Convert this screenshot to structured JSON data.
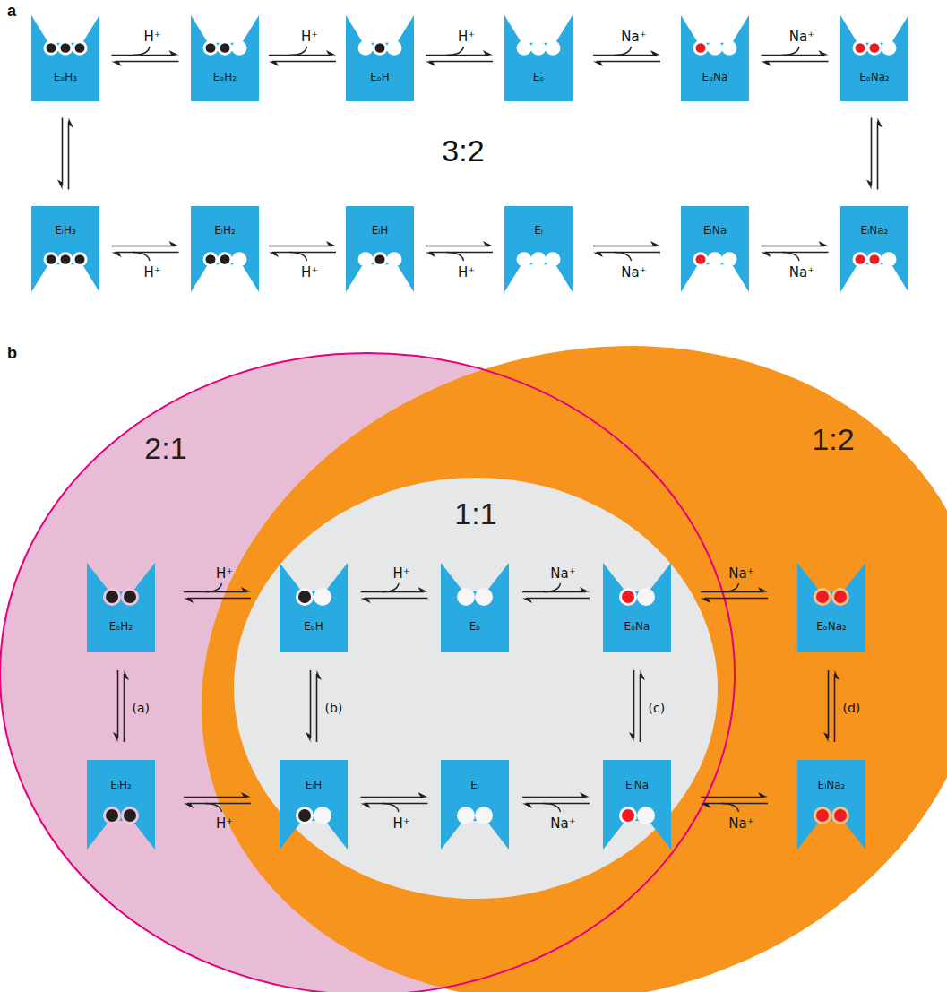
{
  "diagram": {
    "nodes": [
      {
        "text": [
          "EₒH₃"
        ]
      },
      {
        "text": [
          "EₒH₂"
        ]
      },
      {
        "text": [
          "EₒH"
        ]
      },
      {
        "text": [
          "Eₒ"
        ]
      },
      {
        "text": [
          "EₒNa"
        ]
      },
      {
        "text": [
          "EₒNa₂"
        ]
      },
      {
        "text": [
          "EᵢH₃"
        ]
      },
      {
        "text": [
          "EᵢH₂"
        ]
      },
      {
        "text": [
          "EᵢH"
        ]
      },
      {
        "text": [
          "Eᵢ"
        ]
      },
      {
        "text": [
          "EᵢNa"
        ]
      },
      {
        "text": [
          "EᵢNa₂"
        ]
      },
      {
        "text": [
          "2:1"
        ]
      },
      {
        "text": [
          "1:1"
        ]
      },
      {
        "text": [
          "1:2"
        ]
      },
      {
        "text": [
          "EₒH₂"
        ],
        "in": 12
      },
      {
        "text": [
          "EₒH"
        ],
        "in": 13
      },
      {
        "text": [
          "Eₒ"
        ],
        "in": 13
      },
      {
        "text": [
          "EₒNa"
        ],
        "in": 13
      },
      {
        "text": [
          "EₒNa₂"
        ],
        "in": 14
      },
      {
        "text": [
          "EᵢH₂"
        ],
        "in": 12
      },
      {
        "text": [
          "EᵢH"
        ],
        "in": 13
      },
      {
        "text": [
          "Eᵢ"
        ],
        "in": 13
      },
      {
        "text": [
          "EᵢNa"
        ],
        "in": 13
      },
      {
        "text": [
          "EᵢNa₂"
        ],
        "in": 14
      }
    ],
    "edges": [
      {
        "from": 0,
        "to": 1,
        "label": "H⁺",
        "arrow": "both"
      },
      {
        "from": 1,
        "to": 2,
        "label": "H⁺",
        "arrow": "both"
      },
      {
        "from": 2,
        "to": 3,
        "label": "H⁺",
        "arrow": "both"
      },
      {
        "from": 3,
        "to": 4,
        "label": "Na⁺",
        "arrow": "both"
      },
      {
        "from": 4,
        "to": 5,
        "label": "Na⁺",
        "arrow": "both"
      },
      {
        "from": 6,
        "to": 7,
        "label": "H⁺",
        "arrow": "both"
      },
      {
        "from": 7,
        "to": 8,
        "label": "H⁺",
        "arrow": "both"
      },
      {
        "from": 8,
        "to": 9,
        "label": "H⁺",
        "arrow": "both"
      },
      {
        "from": 9,
        "to": 10,
        "label": "Na⁺",
        "arrow": "both"
      },
      {
        "from": 10,
        "to": 11,
        "label": "Na⁺",
        "arrow": "both"
      },
      {
        "from": 0,
        "to": 6,
        "arrow": "both"
      },
      {
        "from": 5,
        "to": 11,
        "arrow": "both"
      },
      {
        "from": 15,
        "to": 16,
        "label": "H⁺",
        "arrow": "both"
      },
      {
        "from": 16,
        "to": 17,
        "label": "H⁺",
        "arrow": "both"
      },
      {
        "from": 17,
        "to": 18,
        "label": "Na⁺",
        "arrow": "both"
      },
      {
        "from": 18,
        "to": 19,
        "label": "Na⁺",
        "arrow": "both"
      },
      {
        "from": 20,
        "to": 21,
        "label": "H⁺",
        "arrow": "both"
      },
      {
        "from": 21,
        "to": 22,
        "label": "H⁺",
        "arrow": "both"
      },
      {
        "from": 22,
        "to": 23,
        "label": "Na⁺",
        "arrow": "both"
      },
      {
        "from": 23,
        "to": 24,
        "label": "Na⁺",
        "arrow": "both"
      },
      {
        "from": 15,
        "to": 20,
        "label": "(a)",
        "arrow": "both"
      },
      {
        "from": 16,
        "to": 21,
        "label": "(b)",
        "arrow": "both"
      },
      {
        "from": 18,
        "to": 23,
        "label": "(c)",
        "arrow": "both"
      },
      {
        "from": 19,
        "to": 24,
        "label": "(d)",
        "arrow": "both"
      }
    ],
    "labels": [
      "a",
      "3:2",
      "b"
    ]
  }
}
